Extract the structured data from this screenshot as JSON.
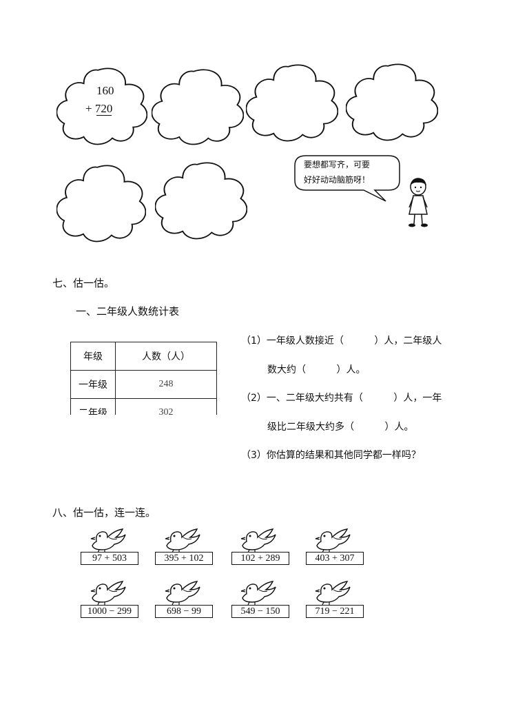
{
  "flowers": {
    "first_addend": "160",
    "second_addend": "+ 720"
  },
  "speech": {
    "line1": "要想都写齐，可要",
    "line2": "好好动动脑筋呀！"
  },
  "section7": {
    "title": "七、估一估。",
    "subtitle": "一、二年级人数统计表",
    "table": {
      "header_grade": "年级",
      "header_count": "人数（人）",
      "rows": [
        {
          "grade": "一年级",
          "count": "248"
        },
        {
          "grade": "二年级",
          "count": "302"
        }
      ]
    },
    "q1_a": "（1）一年级人数接近（          ）人，二年级人",
    "q1_b": "数大约（          ）人。",
    "q2_a": "（2）一、二年级大约共有（          ）人，一年",
    "q2_b": "级比二年级大约多（          ）人。",
    "q3": "（3）你估算的结果和其他同学都一样吗？"
  },
  "section8": {
    "title": "八、估一估，连一连。",
    "row1": [
      "97 + 503",
      "395 + 102",
      "102 + 289",
      "403 + 307"
    ],
    "row2": [
      "1000 − 299",
      "698 − 99",
      "549 − 150",
      "719 − 221"
    ]
  }
}
